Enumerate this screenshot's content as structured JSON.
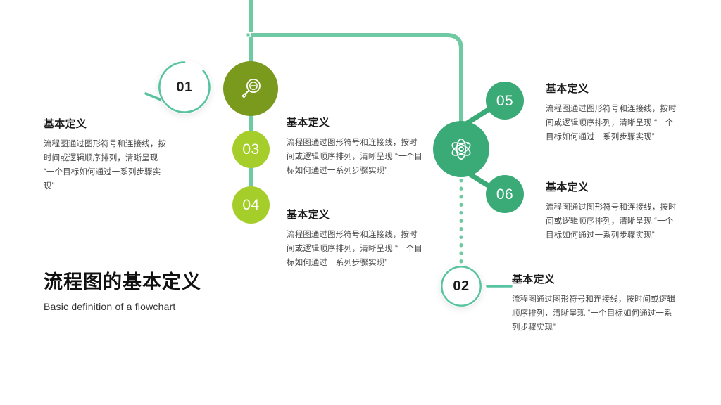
{
  "slide": {
    "title_cn": "流程图的基本定义",
    "title_en": "Basic definition of a flowchart"
  },
  "colors": {
    "olive": "#7a9a1e",
    "lime": "#a6ce2a",
    "green": "#3aab77",
    "mint_line": "#6fcaa4",
    "ring": "#57c3a0",
    "heading": "#1a1a1a",
    "body": "#4a4a4a"
  },
  "body_text": "流程图通过图形符号和连接线，按时间或逻辑顺序排列，清晰呈现 “一个目标如何通过一系列步骤实现”",
  "nodes": [
    {
      "id": "01",
      "number": "01",
      "style": "ring"
    },
    {
      "id": "02",
      "number": "02",
      "style": "ring"
    },
    {
      "id": "03",
      "number": "03",
      "style": "lime"
    },
    {
      "id": "04",
      "number": "04",
      "style": "lime"
    },
    {
      "id": "05",
      "number": "05",
      "style": "green"
    },
    {
      "id": "06",
      "number": "06",
      "style": "green"
    }
  ],
  "icons": [
    {
      "id": "magnifier",
      "name": "magnifier-minus-icon",
      "color": "#7a9a1e"
    },
    {
      "id": "atom",
      "name": "atom-icon",
      "color": "#3aab77"
    }
  ],
  "items": [
    {
      "key": "item01",
      "heading": "基本定义",
      "body": "流程图通过图形符号和连接线，按时间或逻辑顺序排列，清晰呈现 “一个目标如何通过一系列步骤实现”"
    },
    {
      "key": "item03",
      "heading": "基本定义",
      "body": "流程图通过图形符号和连接线，按时间或逻辑顺序排列，清晰呈现 “一个目标如何通过一系列步骤实现”"
    },
    {
      "key": "item04",
      "heading": "基本定义",
      "body": "流程图通过图形符号和连接线，按时间或逻辑顺序排列，清晰呈现 “一个目标如何通过一系列步骤实现”"
    },
    {
      "key": "item05",
      "heading": "基本定义",
      "body": "流程图通过图形符号和连接线，按时间或逻辑顺序排列，清晰呈现 “一个目标如何通过一系列步骤实现”"
    },
    {
      "key": "item06",
      "heading": "基本定义",
      "body": "流程图通过图形符号和连接线，按时间或逻辑顺序排列，清晰呈现 “一个目标如何通过一系列步骤实现”"
    },
    {
      "key": "item02",
      "heading": "基本定义",
      "body": "流程图通过图形符号和连接线，按时间或逻辑顺序排列，清晰呈现 “一个目标如何通过一系列步骤实现”"
    }
  ]
}
